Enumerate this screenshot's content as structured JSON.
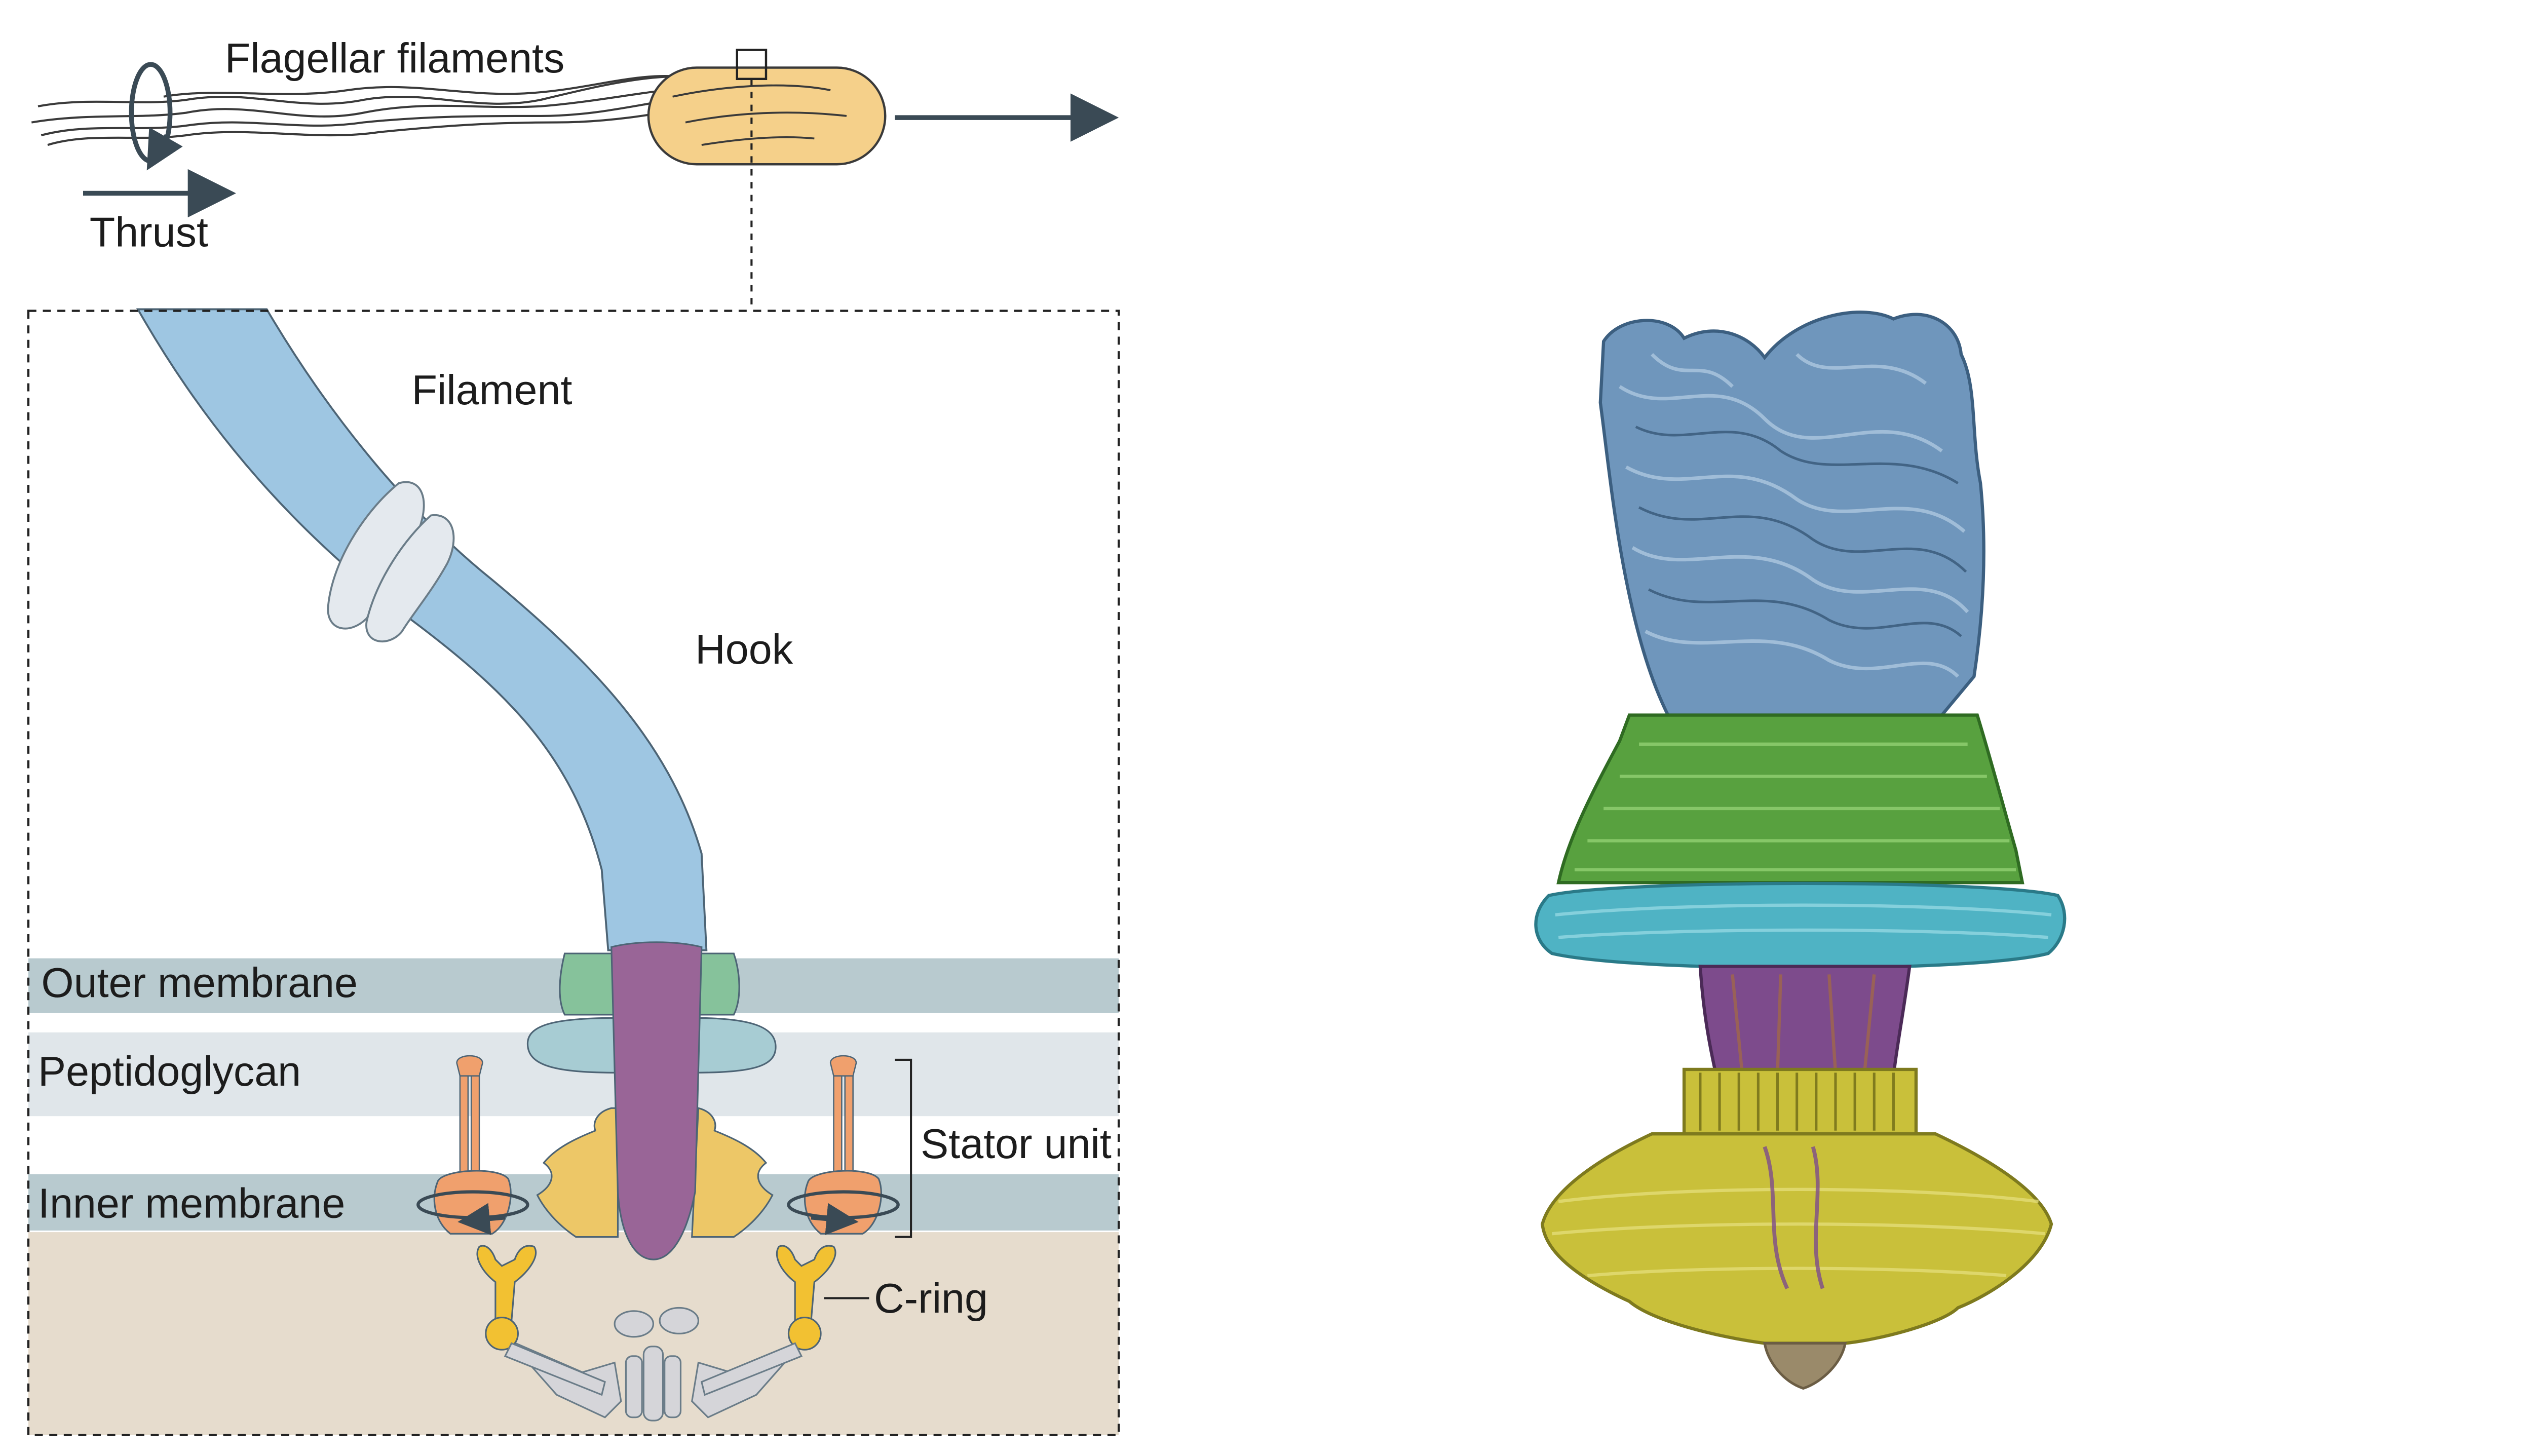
{
  "overview": {
    "filaments_label": "Flagellar filaments",
    "thrust_label": "Thrust"
  },
  "motor": {
    "filament_label": "Filament",
    "hook_label": "Hook",
    "outer_membrane_label": "Outer membrane",
    "peptidoglycan_label": "Peptidoglycan",
    "inner_membrane_label": "Inner membrane",
    "stator_unit_label": "Stator unit",
    "c_ring_label": "C-ring"
  },
  "colors": {
    "filament": "#9ec6e2",
    "hook_ring": "#e4e9ee",
    "cell_body": "#f5d08a",
    "outer_membrane": "#b8cacf",
    "peptidoglycan": "#e0e6ea",
    "inner_membrane": "#b8cacf",
    "cytoplasm": "#e6dccd",
    "l_ring": "#86c29b",
    "p_ring": "#a7ccd3",
    "ms_ring": "#edc767",
    "rod": "#996597",
    "stator": "#f0a06d",
    "c_ring": "#f2c132",
    "export_apparatus": "#d5d5d9",
    "arrow": "#3a4a55",
    "structure_top": "#6f96bc",
    "structure_lring": "#58a13f",
    "structure_pring": "#4fb3c4",
    "structure_rod": "#7d4b8c",
    "structure_msring": "#c9c03a"
  }
}
